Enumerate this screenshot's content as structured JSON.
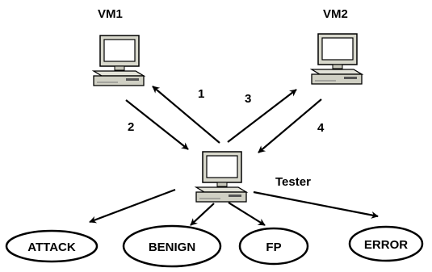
{
  "nodes": {
    "vm1": {
      "label": "VM1",
      "icon": "desktop-computer-icon"
    },
    "vm2": {
      "label": "VM2",
      "icon": "desktop-computer-icon"
    },
    "tester": {
      "label": "Tester",
      "icon": "desktop-computer-icon"
    }
  },
  "edges": [
    {
      "id": "step-1",
      "label": "1",
      "from": "tester",
      "to": "vm1"
    },
    {
      "id": "step-2",
      "label": "2",
      "from": "vm1",
      "to": "tester"
    },
    {
      "id": "step-3",
      "label": "3",
      "from": "tester",
      "to": "vm2"
    },
    {
      "id": "step-4",
      "label": "4",
      "from": "vm2",
      "to": "tester"
    }
  ],
  "outcomes": [
    {
      "id": "attack",
      "label": "ATTACK"
    },
    {
      "id": "benign",
      "label": "BENIGN"
    },
    {
      "id": "fp",
      "label": "FP"
    },
    {
      "id": "error",
      "label": "ERROR"
    }
  ],
  "colors": {
    "stroke": "#000000",
    "computer_body": "#d8d8cc",
    "screen": "#ffffff",
    "fill": "#ffffff"
  }
}
